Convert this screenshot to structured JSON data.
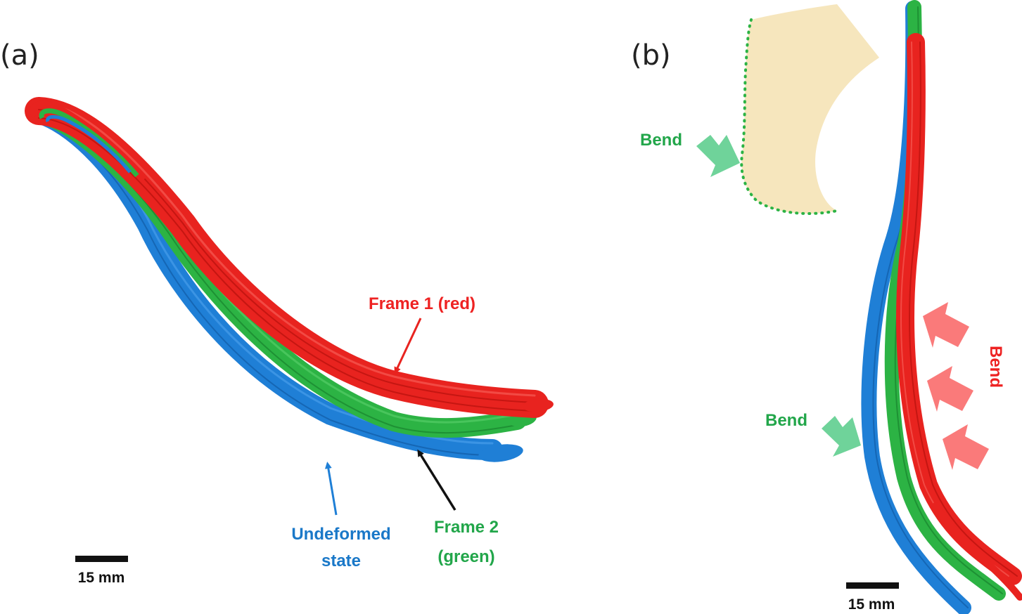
{
  "panels": {
    "a": {
      "label": "(a)"
    },
    "b": {
      "label": "(b)"
    }
  },
  "annotations": {
    "frame1": "Frame 1 (red)",
    "frame2_line1": "Frame 2",
    "frame2_line2": "(green)",
    "undeformed_line1": "Undeformed",
    "undeformed_line2": "state",
    "bend_upper": "Bend",
    "bend_lower": "Bend",
    "bend_red": "Bend"
  },
  "scale_bars": {
    "a": "15 mm",
    "b": "15 mm"
  },
  "colors": {
    "red": "#e8231f",
    "green": "#2cb344",
    "blue": "#1f7fd6",
    "green_text": "#22a64a",
    "red_text": "#ee2222",
    "blue_text": "#1a78c8",
    "bend_green_arrow": "#6fd39a",
    "bend_red_arrow": "#fa7a7a",
    "foot": "#f6e6bd"
  }
}
